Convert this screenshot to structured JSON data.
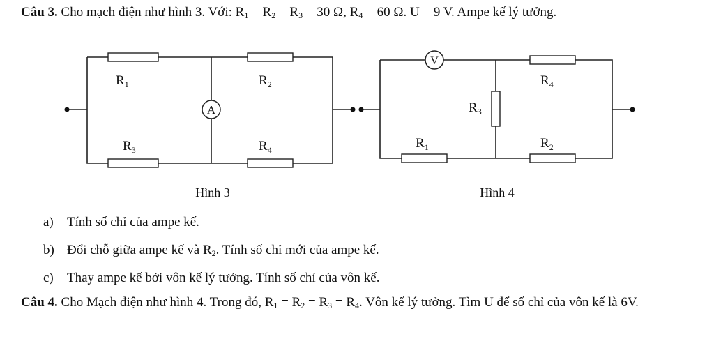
{
  "q3": {
    "label": "Câu 3.",
    "text_1": " Cho mạch điện như hình 3. Với: R",
    "sub_1": "1",
    "text_2": " = R",
    "sub_2": "2",
    "text_3": " = R",
    "sub_3": "3",
    "text_4": " = 30 Ω, R",
    "sub_4": "4",
    "text_5": " = 60 Ω. U = 9 V. Ampe kế lý tưởng."
  },
  "fig3": {
    "caption": "Hình 3",
    "r1": "R",
    "r1_sub": "1",
    "r2": "R",
    "r2_sub": "2",
    "r3": "R",
    "r3_sub": "3",
    "r4": "R",
    "r4_sub": "4",
    "ammeter": "A"
  },
  "fig4": {
    "caption": "Hình 4",
    "voltmeter": "V",
    "r1": "R",
    "r1_sub": "1",
    "r2": "R",
    "r2_sub": "2",
    "r3": "R",
    "r3_sub": "3",
    "r4": "R",
    "r4_sub": "4"
  },
  "items": {
    "a_label": "a)",
    "a_text": "Tính số chỉ của ampe kế.",
    "b_label": "b)",
    "b_text_1": "Đổi chỗ giữa ampe kế và R",
    "b_sub": "2",
    "b_text_2": ". Tính số chỉ mới của ampe kế.",
    "c_label": "c)",
    "c_text": "Thay ampe kế bởi vôn kế lý tưởng. Tính số chỉ của vôn kế."
  },
  "q4": {
    "label": "Câu 4.",
    "text_1": " Cho Mạch điện như hình 4. Trong đó, R",
    "sub_1": "1",
    "text_2": " = R",
    "sub_2": "2",
    "text_3": " = R",
    "sub_3": "3",
    "text_4": " = R",
    "sub_4": "4",
    "text_5": ". Vôn kế lý tưởng. Tìm U để số chỉ của vôn kế là 6V."
  }
}
